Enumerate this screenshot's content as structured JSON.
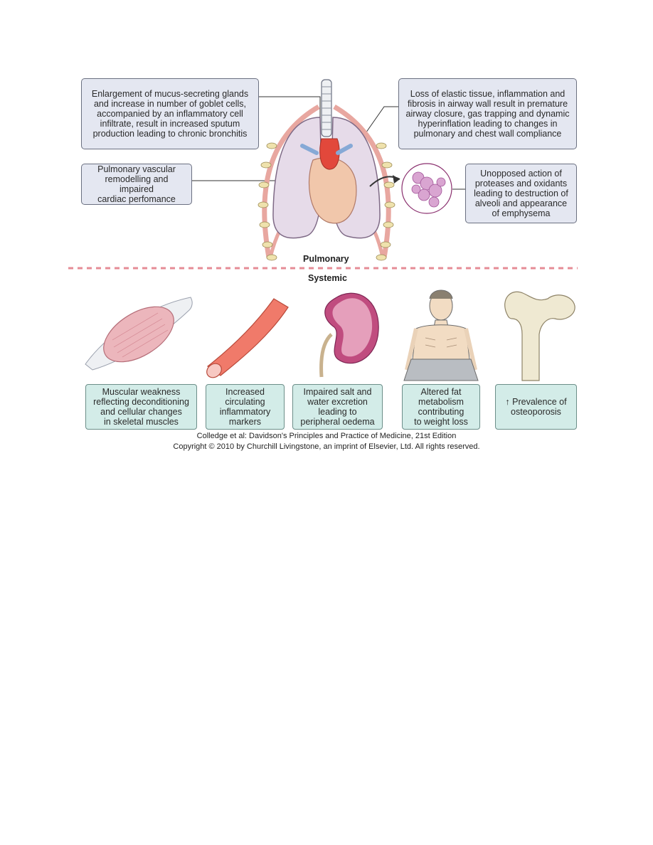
{
  "pulmonary_boxes": {
    "glands": "Enlargement of mucus-secreting glands\nand increase in number of goblet cells,\naccompanied by an inflammatory cell\ninfiltrate, result in increased sputum\nproduction leading to chronic bronchitis",
    "elastic": "Loss of elastic tissue, inflammation and\nfibrosis in airway wall result in premature\nairway closure, gas trapping and dynamic\nhyperinflation leading to changes in\npulmonary and chest wall compliance",
    "vascular": "Pulmonary vascular\nremodelling and impaired\ncardiac perfomance",
    "proteases": "Unopposed action of\nproteases and oxidants\nleading to destruction of\nalveoli and appearance\nof emphysema"
  },
  "section_labels": {
    "pulmonary": "Pulmonary",
    "systemic": "Systemic"
  },
  "systemic_boxes": {
    "muscle": "Muscular weakness\nreflecting deconditioning\nand cellular changes\nin skeletal muscles",
    "vessel": "Increased\ncirculating\ninflammatory\nmarkers",
    "kidney": "Impaired salt and\nwater excretion\nleading to\nperipheral oedema",
    "metabolism": "Altered fat\nmetabolism\ncontributing\nto weight loss",
    "bone": "↑ Prevalence of\nosteoporosis"
  },
  "credits": {
    "line1": "Colledge et al: Davidson's Principles and Practice of Medicine, 21st Edition",
    "line2": "Copyright © 2010 by Churchill Livingstone, an imprint of Elsevier, Ltd. All rights reserved."
  },
  "colors": {
    "pulmonary_box_fill": "#e4e7f1",
    "systemic_box_fill": "#d3ece8",
    "lung_fill": "#e6dbe9",
    "rib_color": "#e8a7a0",
    "divider": "#e58c96"
  }
}
